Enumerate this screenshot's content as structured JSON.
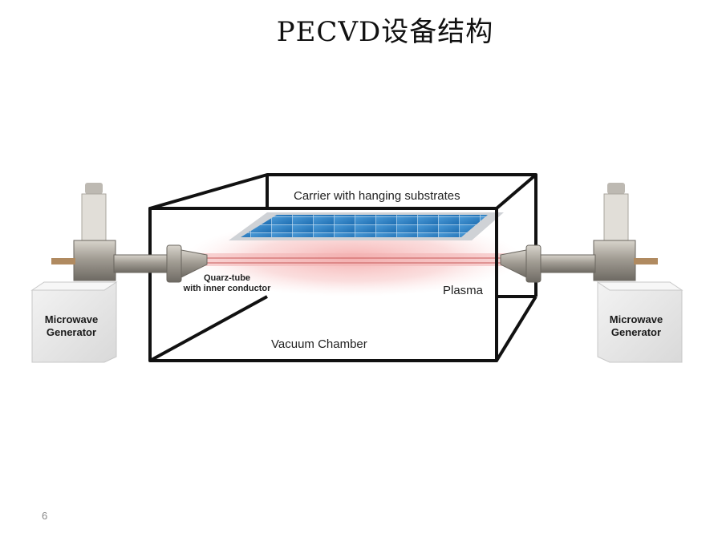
{
  "title": "PECVD设备结构",
  "diagram": {
    "carrier_label": "Carrier with hanging substrates",
    "quartz_label_line1": "Quarz-tube",
    "quartz_label_line2": "with inner conductor",
    "plasma_label": "Plasma",
    "chamber_label": "Vacuum Chamber",
    "left_generator": {
      "line1": "Microwave",
      "line2": "Generator"
    },
    "right_generator": {
      "line1": "Microwave",
      "line2": "Generator"
    }
  },
  "page_number": "6"
}
